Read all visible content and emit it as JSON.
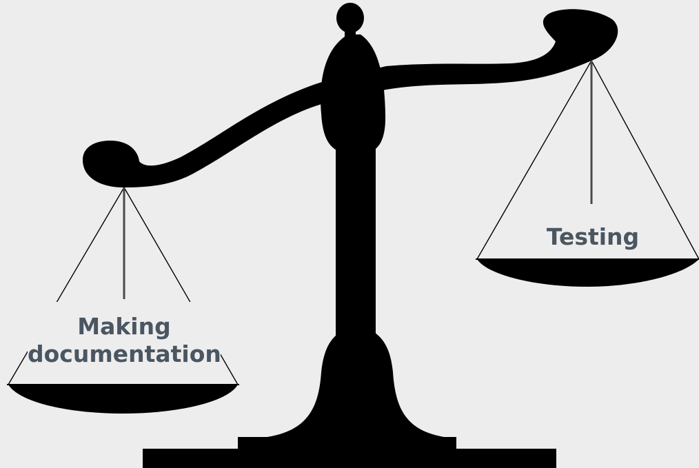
{
  "left_pan": {
    "label_line1": "Making",
    "label_line2": "documentation"
  },
  "right_pan": {
    "label": "Testing"
  },
  "colors": {
    "background": "#ededed",
    "scale": "#000000",
    "label_text": "#4a5661"
  },
  "tilt": {
    "heavier_side": "left"
  }
}
